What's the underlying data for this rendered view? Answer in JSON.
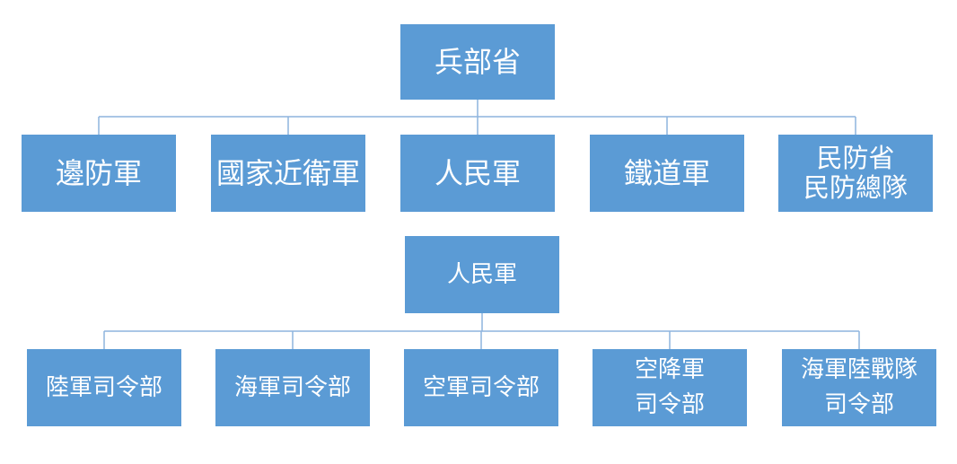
{
  "top_chart": {
    "root": "兵部省",
    "children": [
      [
        "邊防軍"
      ],
      [
        "國家近衛軍"
      ],
      [
        "人民軍"
      ],
      [
        "鐵道軍"
      ],
      [
        "民防省",
        "民防總隊"
      ]
    ]
  },
  "bottom_chart": {
    "root": "人民軍",
    "children": [
      [
        "陸軍司令部"
      ],
      [
        "海軍司令部"
      ],
      [
        "空軍司令部"
      ],
      [
        "空降軍",
        "司令部"
      ],
      [
        "海軍陸戰隊",
        "司令部"
      ]
    ]
  },
  "colors": {
    "box_fill": "#5b9bd5",
    "box_text": "#ffffff",
    "connector": "#8eb4de"
  }
}
